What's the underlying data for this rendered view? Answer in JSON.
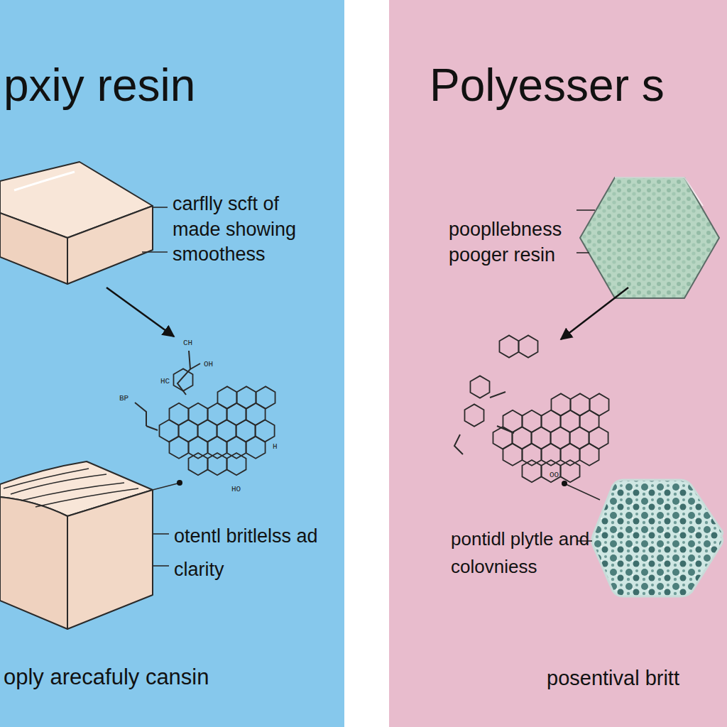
{
  "diagram": {
    "nodes": [
      {
        "text": [
          "pxiy resin",
          "carflly scft of made showing smoothess",
          "otentl britlelss ad clarity",
          "oply arecafuly cansin"
        ]
      },
      {
        "text": [
          "Polyesser s",
          "poopllebness pooger resin",
          "pontidl plytle and colovniess",
          "posentival britt"
        ]
      }
    ],
    "labels": [
      "CH",
      "OH",
      "HC",
      "BP",
      "H",
      "HO",
      "OO"
    ]
  }
}
